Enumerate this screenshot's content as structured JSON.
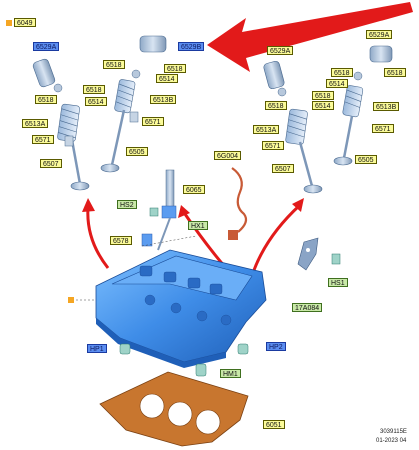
{
  "header": {
    "marker_text": "6049"
  },
  "labels": {
    "left_blue_a": "6529A",
    "left_blue_b": "6529B",
    "l_6518_a": "6518",
    "l_6518_b": "6518",
    "l_6514_a": "6514",
    "l_6518_c": "6518",
    "l_6518_d": "6518",
    "l_6514_b": "6514",
    "l_6513B": "6513B",
    "l_6513A": "6513A",
    "l_6571_a": "6571",
    "l_6571_b": "6571",
    "l_6505": "6505",
    "l_6507": "6507",
    "r_6529A_a": "6529A",
    "r_6529A_b": "6529A",
    "r_6518_a": "6518",
    "r_6518_b": "6518",
    "r_6514_a": "6514",
    "r_6518_c": "6518",
    "r_6518_d": "6518",
    "r_6514_b": "6514",
    "r_6513B": "6513B",
    "r_6513A": "6513A",
    "r_6571_a": "6571",
    "r_6571_b": "6571",
    "r_6505": "6505",
    "r_6507": "6507",
    "c_6G004": "6G004",
    "c_6065": "6065",
    "c_HS2": "HS2",
    "c_HX1": "HX1",
    "c_6578": "6578",
    "c_HS1": "HS1",
    "c_17A084": "17A084",
    "c_HP1": "HP1",
    "c_HP2": "HP2",
    "c_HM1": "HM1",
    "c_6051": "6051"
  },
  "footer": {
    "code": "3039115E",
    "date": "01-2023 04"
  },
  "colors": {
    "engine": "#3f8de8",
    "engine_dark": "#2a6bc4",
    "arrow": "#e21a1a",
    "gasket": "#c8762f",
    "sensor": "#c85a36"
  }
}
